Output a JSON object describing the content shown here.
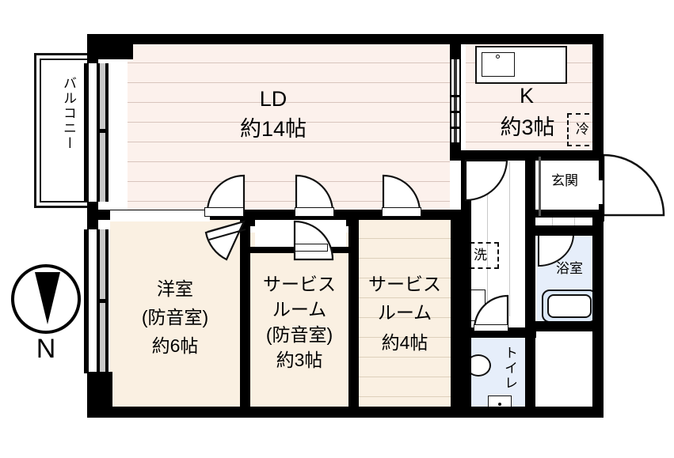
{
  "document": {
    "type": "japanese-apartment-floor-plan",
    "title": "間取り図"
  },
  "compass": {
    "label": "N",
    "direction": "north",
    "icon": "compass-north-icon"
  },
  "rooms": [
    {
      "id": "balcony",
      "name_lines": [
        "バルコニー"
      ],
      "orientation": "vertical",
      "fill": "#ffffff"
    },
    {
      "id": "ld",
      "name": "LD",
      "size": "約14帖",
      "fill": "#fcf1ec"
    },
    {
      "id": "kitchen",
      "name": "K",
      "size": "約3帖",
      "fill": "#fcf1ec"
    },
    {
      "id": "western-room",
      "name_lines": [
        "洋室",
        "(防音室)",
        "約6帖"
      ],
      "fill": "#faf0e2"
    },
    {
      "id": "service-room-3",
      "name_lines": [
        "サービス",
        "ルーム",
        "(防音室)",
        "約3帖"
      ],
      "fill": "#faf0e2"
    },
    {
      "id": "service-room-4",
      "name_lines": [
        "サービス",
        "ルーム",
        "約4帖"
      ],
      "fill": "#faf0e2"
    },
    {
      "id": "entrance",
      "name": "玄関",
      "fill": "#ffffff"
    },
    {
      "id": "bathroom",
      "name": "浴室",
      "fill": "#e6eefa"
    },
    {
      "id": "toilet",
      "name": "トイレ",
      "orientation": "vertical",
      "fill": "#e6eefa"
    }
  ],
  "fixtures": [
    {
      "id": "refrigerator",
      "label": "冷",
      "style": "dashed-box"
    },
    {
      "id": "washing-machine",
      "label": "洗",
      "style": "dashed-box"
    },
    {
      "id": "kitchen-sink",
      "label": "",
      "style": "solid-box"
    },
    {
      "id": "wash-basin",
      "label": "",
      "style": "solid-box"
    },
    {
      "id": "bathtub",
      "label": "",
      "style": "rounded-box"
    },
    {
      "id": "toilet-bowl",
      "label": "",
      "style": "oval"
    },
    {
      "id": "toilet-sink",
      "label": "",
      "style": "solid-box"
    }
  ],
  "colors": {
    "wall": "#000000",
    "ld_floor": "#fcf1ec",
    "room_floor": "#faf0e2",
    "wet_area": "#e6eefa",
    "corridor": "#ffffff",
    "floor_line_pink": "#d8c5bd",
    "floor_line_cream": "#ddd0bb"
  }
}
